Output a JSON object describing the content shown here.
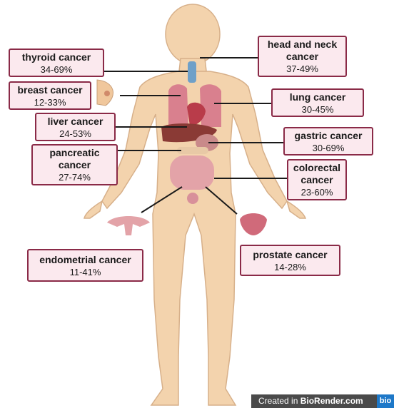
{
  "labels": {
    "thyroid": {
      "name": "thyroid cancer",
      "pct": "34-69%"
    },
    "breast": {
      "name": "breast cancer",
      "pct": "12-33%"
    },
    "liver": {
      "name": "liver cancer",
      "pct": "24-53%"
    },
    "pancreatic": {
      "name_line1": "pancreatic",
      "name_line2": "cancer",
      "pct": "27-74%"
    },
    "head_neck": {
      "name_line1": "head and neck",
      "name_line2": "cancer",
      "pct": "37-49%"
    },
    "lung": {
      "name": "lung cancer",
      "pct": "30-45%"
    },
    "gastric": {
      "name": "gastric cancer",
      "pct": "30-69%"
    },
    "colorectal": {
      "name_line1": "colorectal",
      "name_line2": "cancer",
      "pct": "23-60%"
    },
    "endometrial": {
      "name": "endometrial cancer",
      "pct": "11-41%"
    },
    "prostate": {
      "name": "prostate cancer",
      "pct": "14-28%"
    }
  },
  "watermark": {
    "prefix": "Created in ",
    "brand": "BioRender.com",
    "badge": "bio"
  },
  "colors": {
    "skin": "#f3d3ad",
    "skin_outline": "#d7b08a",
    "box_fill": "#fbe9ee",
    "box_border": "#8a2a47",
    "organ": "#d9808e"
  }
}
